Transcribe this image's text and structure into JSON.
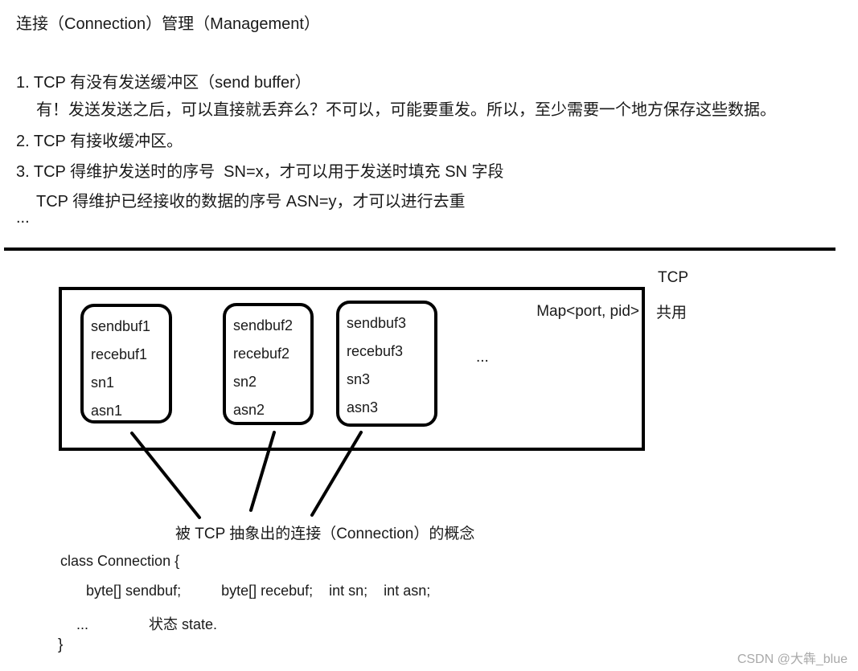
{
  "page": {
    "title": "连接（Connection）管理（Management）",
    "notes": [
      "1. TCP 有没有发送缓冲区（send buffer）",
      "有！发送发送之后，可以直接就丢弃么？不可以，可能要重发。所以，至少需要一个地方保存这些数据。",
      "2. TCP 有接收缓冲区。",
      "3. TCP 得维护发送时的序号  SN=x，才可以用于发送时填充 SN 字段",
      "TCP 得维护已经接收的数据的序号 ASN=y，才可以进行去重",
      "..."
    ]
  },
  "diagram": {
    "tcp_label": "TCP",
    "shared_label": "共用",
    "map_label": "Map<port, pid>",
    "more_dots": "...",
    "connections": [
      {
        "lines": [
          "sendbuf1",
          "recebuf1",
          "sn1",
          "asn1"
        ]
      },
      {
        "lines": [
          "sendbuf2",
          "recebuf2",
          "sn2",
          "asn2"
        ]
      },
      {
        "lines": [
          "sendbuf3",
          "recebuf3",
          "sn3",
          "asn3"
        ]
      }
    ],
    "caption": "被 TCP 抽象出的连接（Connection）的概念"
  },
  "code": {
    "line1": "class Connection {",
    "line2": "byte[] sendbuf;          byte[] recebuf;    int sn;    int asn;",
    "line3": "...               状态 state.",
    "line4": "}"
  },
  "watermark": "CSDN @大犇_blue",
  "colors": {
    "text": "#1a1a1a",
    "line": "#000000",
    "watermark": "#a9a9a9"
  }
}
